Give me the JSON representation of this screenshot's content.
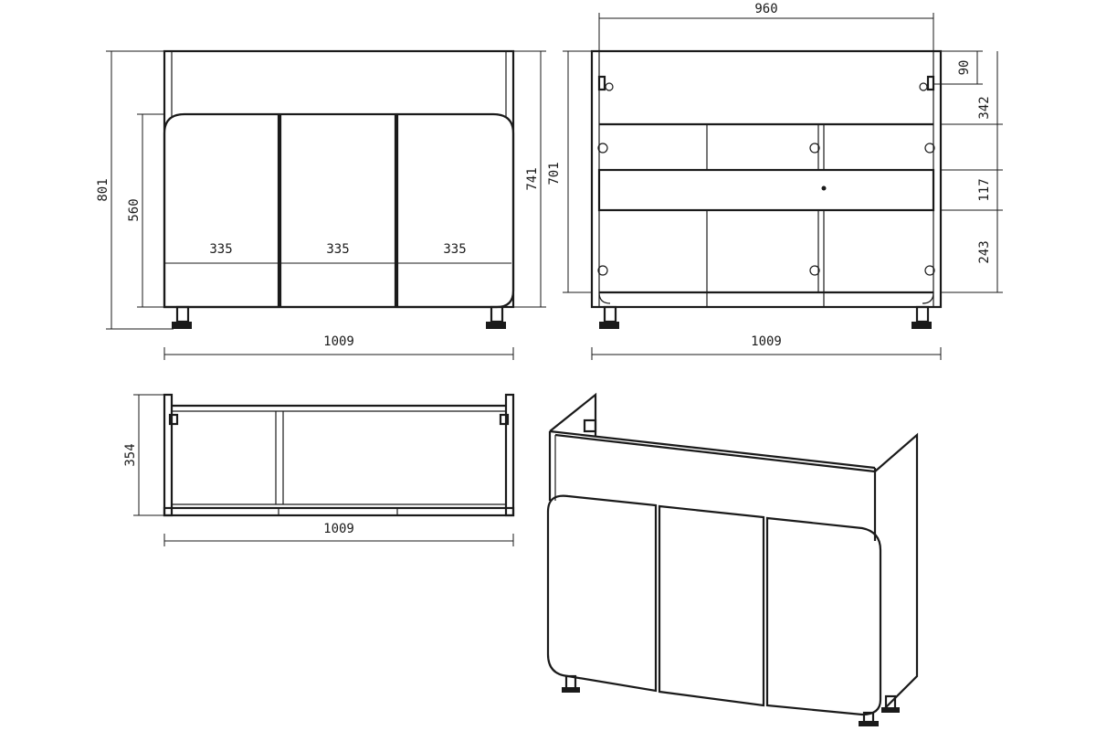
{
  "front_view": {
    "total_height": "801",
    "door_height": "560",
    "body_height": "741",
    "door_widths": [
      "335",
      "335",
      "335"
    ],
    "total_width": "1009"
  },
  "back_view": {
    "total_height": "701",
    "inner_width": "960",
    "segment_90": "90",
    "segment_342": "342",
    "segment_117": "117",
    "segment_243": "243",
    "total_width": "1009"
  },
  "top_view": {
    "depth": "354",
    "total_width": "1009"
  }
}
